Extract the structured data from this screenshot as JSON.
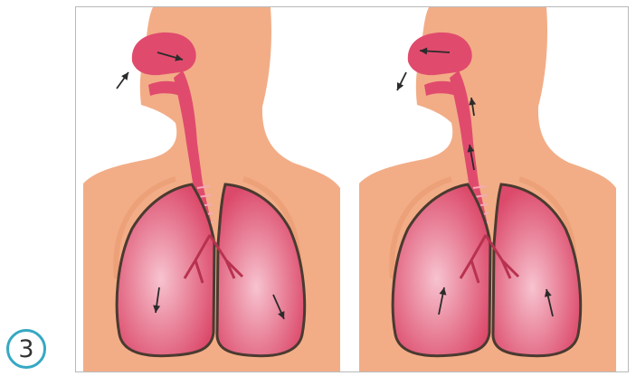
{
  "figure": {
    "number_label": "3",
    "panels": [
      {
        "id": "inhalation",
        "airflow": "in"
      },
      {
        "id": "exhalation",
        "airflow": "out"
      }
    ]
  },
  "colors": {
    "skin": "#f2ad87",
    "skin_shadow": "#e99970",
    "airway": "#e04b6d",
    "lung": "#dc4a6b",
    "lung_highlight": "#f7c3cf",
    "lung_outline": "#4a3a30",
    "arrow": "#2b2b2b",
    "badge_ring": "#36a8c3"
  }
}
